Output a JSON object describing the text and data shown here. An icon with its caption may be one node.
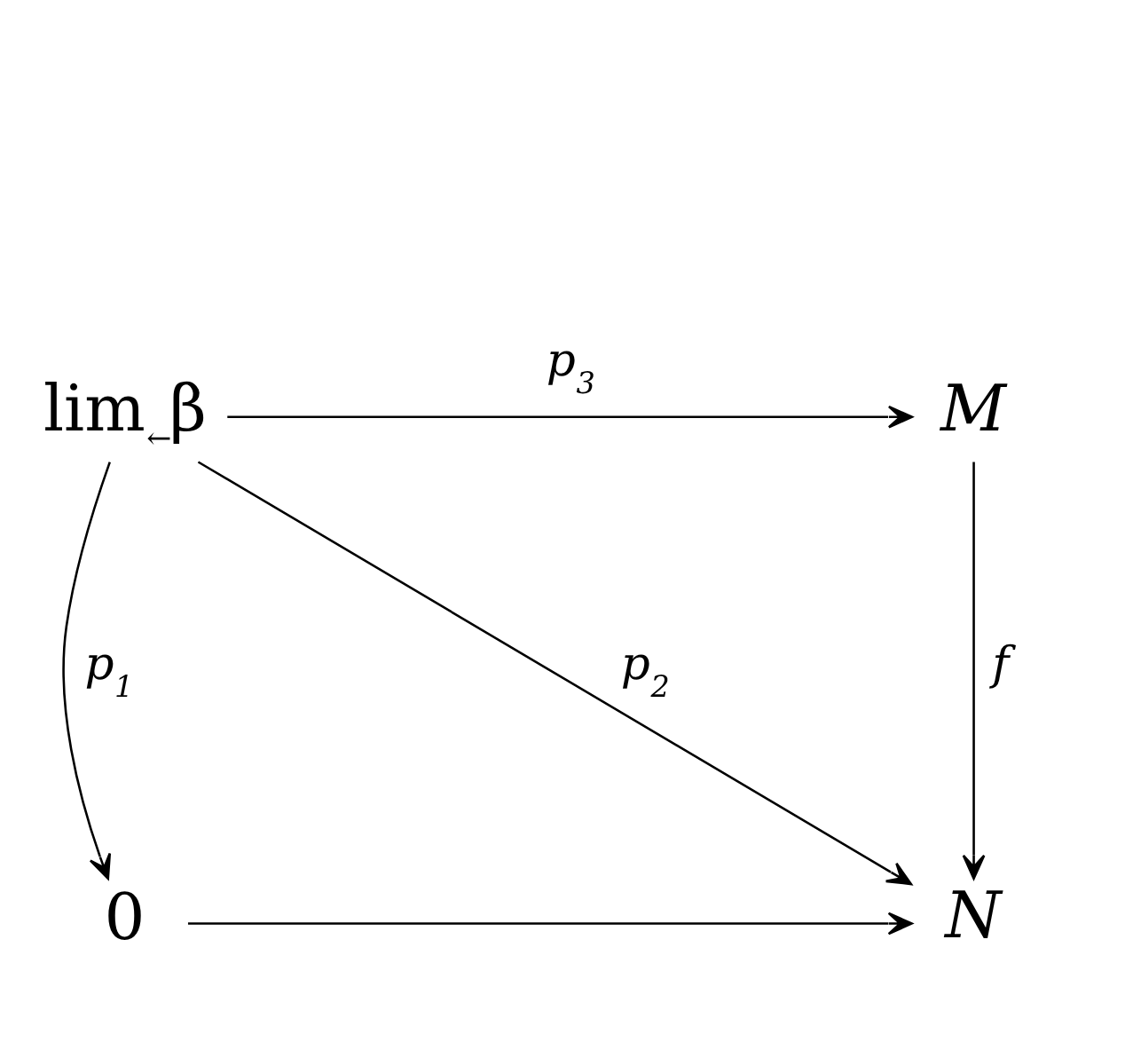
{
  "diagram": {
    "nodes": [
      {
        "text": [
          "lim$_{←}$β"
        ]
      },
      {
        "text": [
          "M"
        ]
      },
      {
        "text": [
          "0"
        ]
      },
      {
        "text": [
          "N"
        ]
      }
    ],
    "edges": [
      {
        "from": 0,
        "to": 1,
        "arrow": "to",
        "label": "p$_{3}$"
      },
      {
        "from": 0,
        "to": 3,
        "arrow": "to",
        "label": "p$_{2}$"
      },
      {
        "from": 0,
        "to": 2,
        "arrow": "to",
        "label": "p$_{1}$"
      },
      {
        "from": 1,
        "to": 3,
        "arrow": "to",
        "label": "f"
      },
      {
        "from": 2,
        "to": 3,
        "arrow": "to"
      }
    ]
  }
}
